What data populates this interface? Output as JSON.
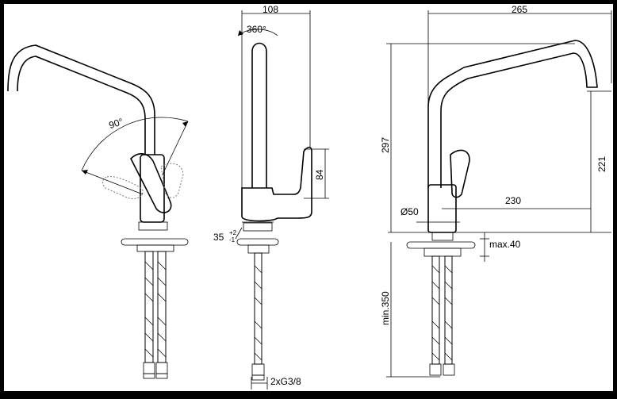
{
  "drawing": {
    "title": "",
    "dimensions": {
      "angle_360": "360°",
      "angle_90": "90°",
      "depth_108": "108",
      "height_84": "84",
      "tilt_35": "35",
      "tilt_sup": "+2",
      "tilt_sub": "-1",
      "thread": "2xG3/8",
      "width_265": "265",
      "height_297": "297",
      "height_221": "221",
      "reach_230": "230",
      "diam_50": "Ø50",
      "deck_max": "max.40",
      "hose_min": "min.350"
    }
  }
}
